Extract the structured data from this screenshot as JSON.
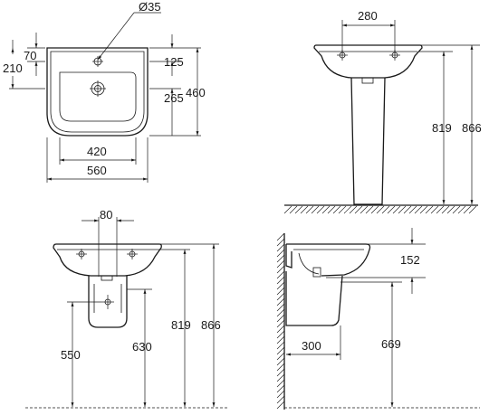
{
  "labels": {
    "top_view": {
      "hole_diameter": "Ø35",
      "d_70": "70",
      "d_210": "210",
      "d_125": "125",
      "d_265": "265",
      "d_460": "460",
      "d_420": "420",
      "d_560": "560"
    },
    "pedestal_front": {
      "d_280": "280",
      "d_819": "819",
      "d_866": "866"
    },
    "semi_pedestal_front": {
      "d_80": "80",
      "d_550": "550",
      "d_630": "630",
      "d_819": "819",
      "d_866": "866"
    },
    "semi_pedestal_side": {
      "d_152": "152",
      "d_300": "300",
      "d_669": "669"
    }
  }
}
